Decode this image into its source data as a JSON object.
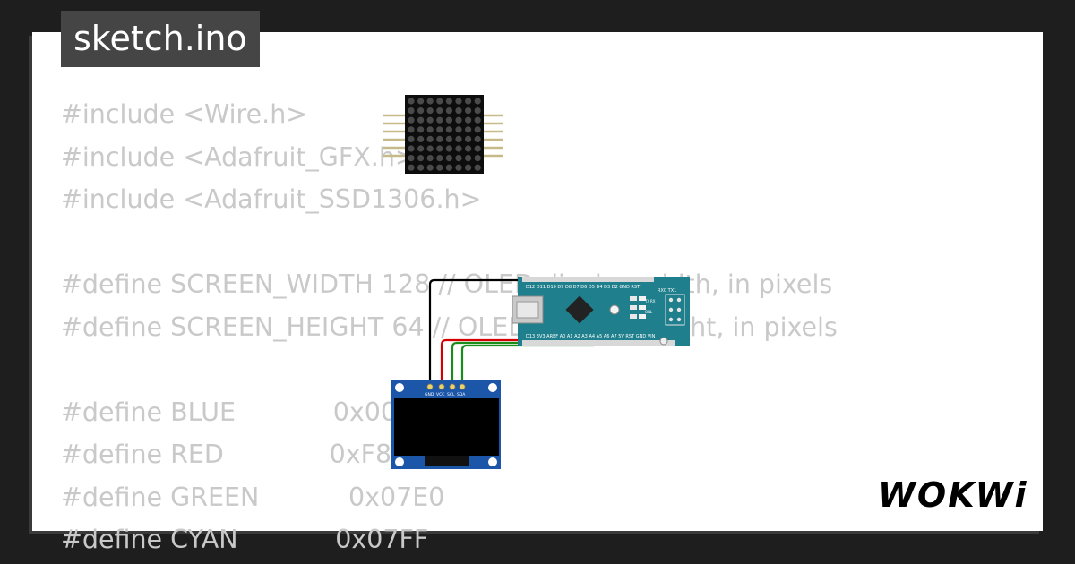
{
  "tab": {
    "label": "sketch.ino"
  },
  "code_lines": [
    "#include <Wire.h>",
    "#include <Adafruit_GFX.h>",
    "#include <Adafruit_SSD1306.h>",
    "",
    "#define SCREEN_WIDTH 128 // OLED display width, in pixels",
    "#define SCREEN_HEIGHT 64 // OLED display height, in pixels",
    "",
    "#define BLUE            0x001F",
    "#define RED             0xF800",
    "#define GREEN           0x07E0",
    "#define CYAN            0x07FF"
  ],
  "nano": {
    "top_pins": "D12 D11 D10  D9  D8  D7  D6  D5  D4  D3  D2 GND RST",
    "bottom_pins": "D13 3V3 AREF A0  A1  A2  A3  A4  A5  A6  A7  5V  RST GND VIN",
    "right_label": "RX0 TX1",
    "led_labels": [
      "TX",
      "RX",
      "ON",
      "L"
    ]
  },
  "oled": {
    "pin_labels": [
      "GND",
      "VCC",
      "SCL",
      "SDA"
    ]
  },
  "brand": {
    "logo": "WOKWi"
  },
  "colors": {
    "background": "#1e1e1e",
    "panel": "#ffffff",
    "tab": "#454545",
    "code_text": "#c9c9c9",
    "nano_board": "#1f7f8c",
    "oled_board": "#1b56a8",
    "wire_gnd": "#000000",
    "wire_vcc": "#d40000",
    "wire_i2c": "#1a8c1a"
  }
}
